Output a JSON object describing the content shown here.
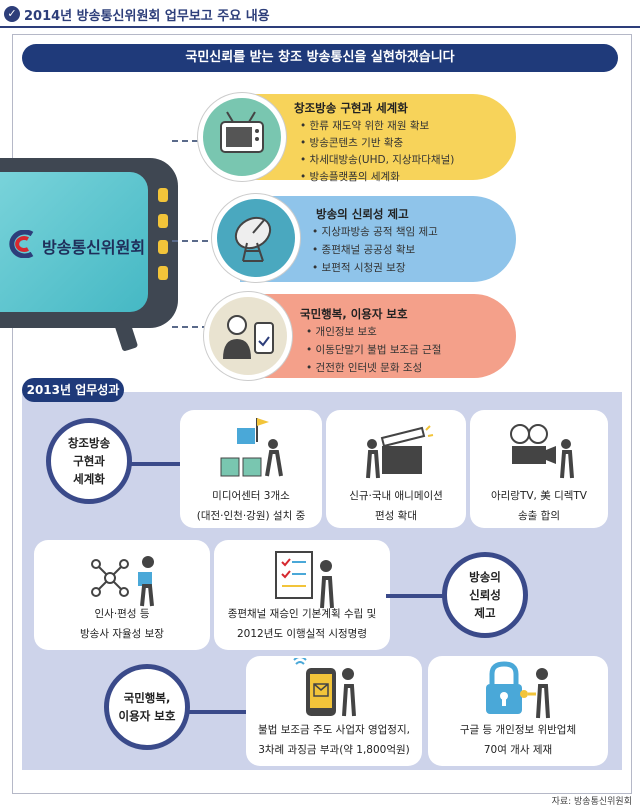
{
  "title": {
    "icon": "checkmark-icon",
    "text": "2014년 방송통신위원회 업무보고 주요 내용"
  },
  "banner": "국민신뢰를 받는 창조 방송통신을 실현하겠습니다",
  "organization": {
    "name": "방송통신위원회",
    "logo": "kcc-logo-icon"
  },
  "pillars": [
    {
      "title": "창조방송 구현과 세계화",
      "color": "#f7d35a",
      "icon": "tv-icon",
      "items": [
        "한류 재도약 위한 재원 확보",
        "방송콘텐츠 기반 확충",
        "차세대방송(UHD, 지상파다채널)",
        "방송플랫폼의 세계화"
      ]
    },
    {
      "title": "방송의 신뢰성 제고",
      "color": "#8fc4ea",
      "icon": "satellite-dish-icon",
      "items": [
        "지상파방송 공적 책임 제고",
        "종편채널 공공성 확보",
        "보편적 시청권 보장"
      ]
    },
    {
      "title": "국민행복, 이용자 보호",
      "color": "#f4a08a",
      "icon": "user-phone-icon",
      "items": [
        "개인정보 보호",
        "이동단말기 불법 보조금 근절",
        "건전한 인터넷 문화 조성"
      ]
    }
  ],
  "achievements": {
    "label": "2013년 업무성과",
    "bubbles": [
      {
        "lines": [
          "창조방송",
          "구현과",
          "세계화"
        ]
      },
      {
        "lines": [
          "방송의",
          "신뢰성",
          "제고"
        ]
      },
      {
        "lines": [
          "국민행복,",
          "이용자 보호"
        ]
      }
    ],
    "cards": [
      {
        "icon": "media-center-icon",
        "lines": [
          "미디어센터 3개소",
          "(대전·인천·강원) 설치 중"
        ]
      },
      {
        "icon": "clapperboard-icon",
        "lines": [
          "신규·국내 애니메이션",
          "편성 확대"
        ]
      },
      {
        "icon": "film-camera-icon",
        "lines": [
          "아리랑TV, 美 디렉TV",
          "송출 합의"
        ]
      },
      {
        "icon": "network-icon",
        "lines": [
          "인사·편성 등",
          "방송사 자율성 보장"
        ]
      },
      {
        "icon": "checklist-icon",
        "lines": [
          "종편채널 재승인 기본계획 수립 및",
          "2012년도 이행실적 시정명령"
        ]
      },
      {
        "icon": "mobile-warning-icon",
        "lines": [
          "불법 보조금 주도 사업자 영업정지,",
          "3차례 과징금 부과(약 1,800억원)"
        ]
      },
      {
        "icon": "lock-key-icon",
        "lines": [
          "구글 등 개인정보 위반업체",
          "70여 개사 제재"
        ]
      }
    ]
  },
  "source": "자료: 방송통신위원회"
}
